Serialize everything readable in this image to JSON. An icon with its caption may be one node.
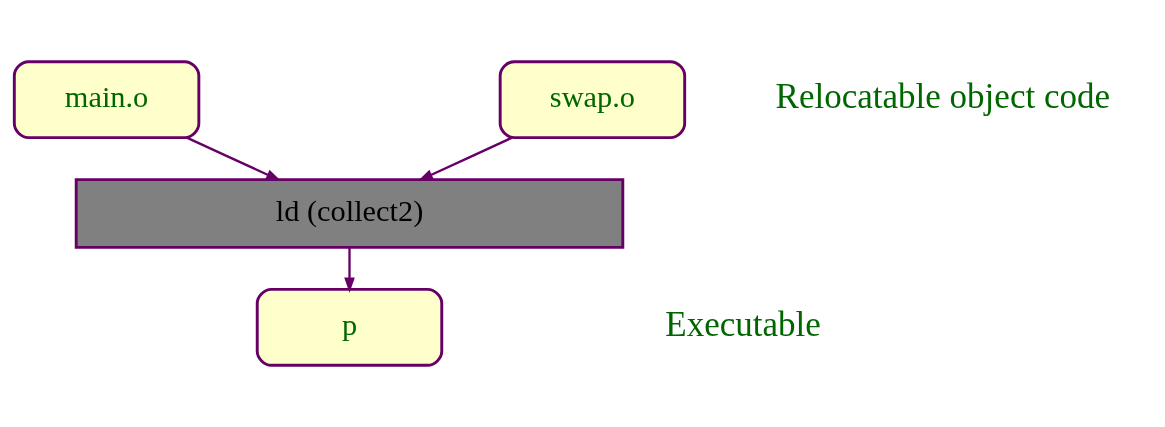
{
  "diagram": {
    "nodes": [
      {
        "text": [
          "main.o"
        ]
      },
      {
        "text": [
          "swap.o"
        ]
      },
      {
        "text": [
          "ld (collect2)"
        ]
      },
      {
        "text": [
          "p"
        ]
      }
    ],
    "edges": [
      {
        "from": 0,
        "to": 2,
        "arrow": "to"
      },
      {
        "from": 1,
        "to": 2,
        "arrow": "to"
      },
      {
        "from": 2,
        "to": 3,
        "arrow": "to"
      }
    ],
    "labels": [
      "Relocatable object code",
      "Executable"
    ]
  }
}
